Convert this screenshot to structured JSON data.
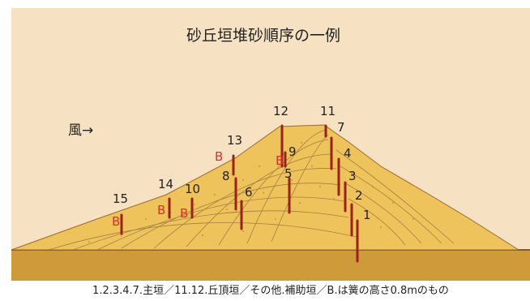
{
  "title": "砂丘垣堆砂順序の一例",
  "wind_label": "風→",
  "caption": "1.2.3.4.7.主垣／11.12.丘頂垣／その他.補助垣／B.は簧の高さ0.8mのもの",
  "fence_numbers": [
    "1",
    "2",
    "3",
    "4",
    "5",
    "6",
    "7",
    "8",
    "9",
    "10",
    "11",
    "12",
    "13",
    "14",
    "15"
  ],
  "b_label": "B",
  "colors": {
    "sky": "#f6e2c3",
    "dune": "#efc35b",
    "ground": "#cf9a3a",
    "post": "#9b2217",
    "b_mark": "#d9322a",
    "layer_line": "#8a6a3a"
  }
}
